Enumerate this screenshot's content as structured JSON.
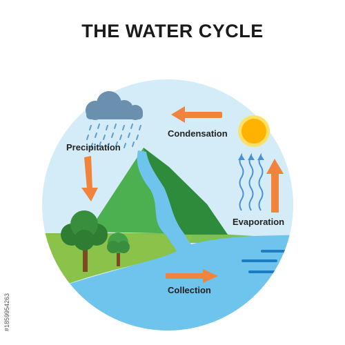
{
  "title": "THE WATER CYCLE",
  "labels": {
    "condensation": "Condensation",
    "precipitation": "Precipitation",
    "evaporation": "Evaporation",
    "collection": "Collection"
  },
  "stock_id": "#1859954263",
  "colors": {
    "sky": "#d4ecf7",
    "water": "#6ec4ec",
    "mountain": "#4caf50",
    "grass": "#8bc34a",
    "arrow": "#f0843c",
    "sun": "#ffd12e",
    "cloud": "#6b8fae"
  }
}
